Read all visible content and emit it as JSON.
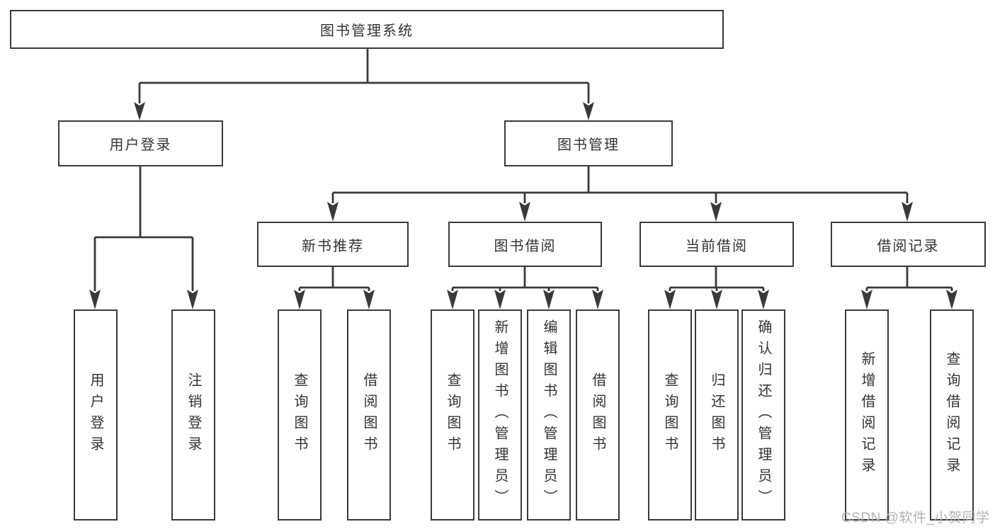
{
  "diagram_title": "图书管理系统",
  "nodes": {
    "root": {
      "label": "图书管理系统"
    },
    "user_login": {
      "label": "用户登录"
    },
    "book_mgmt": {
      "label": "图书管理"
    },
    "new_book_rec": {
      "label": "新书推荐"
    },
    "book_borrow": {
      "label": "图书借阅"
    },
    "current_borrow": {
      "label": "当前借阅"
    },
    "borrow_record": {
      "label": "借阅记录"
    },
    "ul_login": {
      "label": "用户登录"
    },
    "ul_logout": {
      "label": "注销登录"
    },
    "nb_query": {
      "label": "查询图书"
    },
    "nb_borrow": {
      "label": "借阅图书"
    },
    "bb_query": {
      "label": "查询图书"
    },
    "bb_add": {
      "label": "新增图书（管理员）"
    },
    "bb_edit": {
      "label": "编辑图书（管理员）"
    },
    "bb_borrow": {
      "label": "借阅图书"
    },
    "cb_query": {
      "label": "查询图书"
    },
    "cb_return": {
      "label": "归还图书"
    },
    "cb_confirm": {
      "label": "确认归还（管理员）"
    },
    "br_add": {
      "label": "新增借阅记录"
    },
    "br_query": {
      "label": "查询借阅记录"
    }
  },
  "hierarchy": {
    "root": [
      "user_login",
      "book_mgmt"
    ],
    "user_login": [
      "ul_login",
      "ul_logout"
    ],
    "book_mgmt": [
      "new_book_rec",
      "book_borrow",
      "current_borrow",
      "borrow_record"
    ],
    "new_book_rec": [
      "nb_query",
      "nb_borrow"
    ],
    "book_borrow": [
      "bb_query",
      "bb_add",
      "bb_edit",
      "bb_borrow"
    ],
    "current_borrow": [
      "cb_query",
      "cb_return",
      "cb_confirm"
    ],
    "borrow_record": [
      "br_add",
      "br_query"
    ]
  },
  "watermark": "CSDN @软件_小贺同学",
  "colors": {
    "line": "#3a3a3a",
    "text": "#333333",
    "watermark": "#b3b3b3",
    "background": "#ffffff"
  }
}
